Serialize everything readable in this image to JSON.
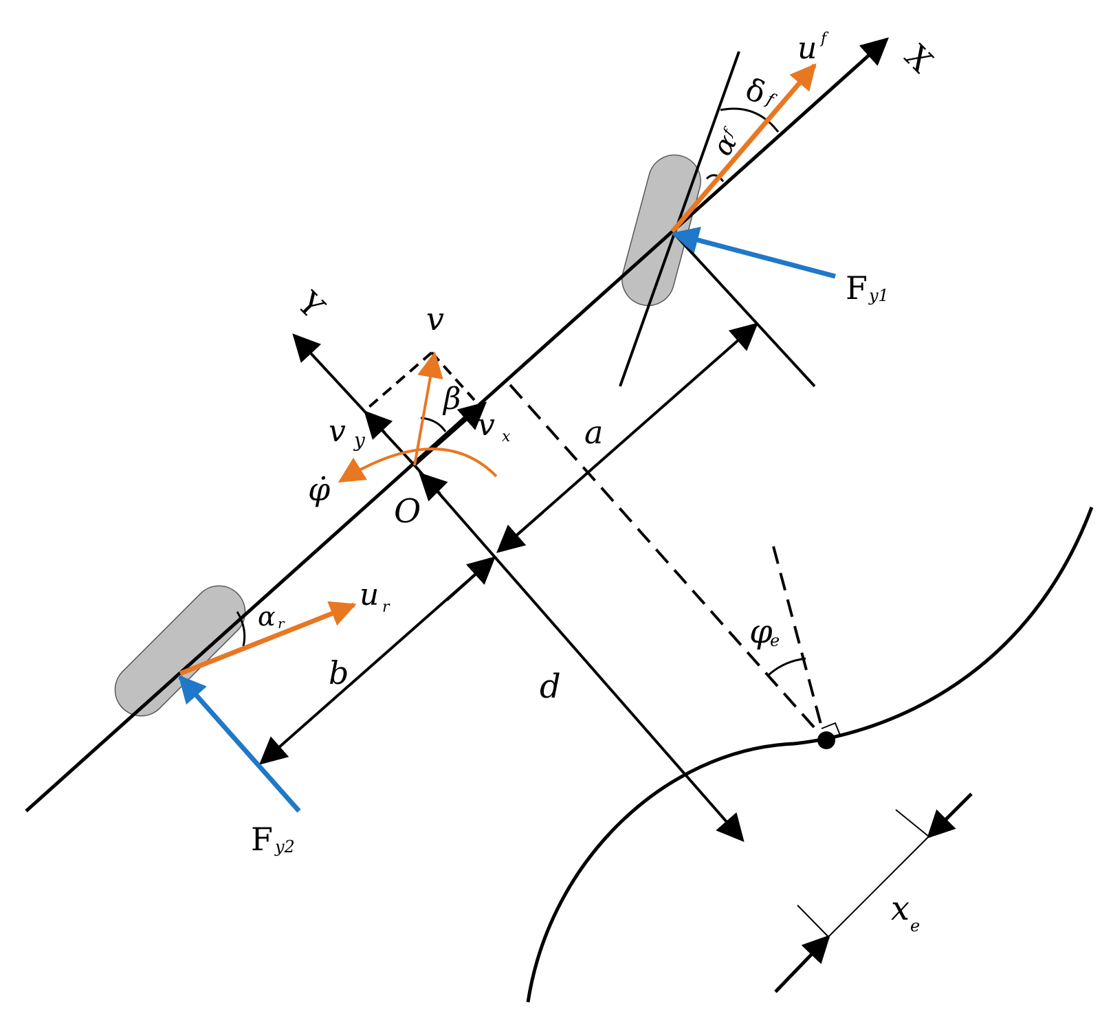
{
  "labels": {
    "X": "X",
    "Y": "Y",
    "O": "O",
    "v": "v",
    "vx": "v",
    "vx_sub": "x",
    "vy": "v",
    "vy_sub": "y",
    "beta": "β",
    "phi_dot": "φ̇",
    "uf": "u",
    "uf_sub": "f",
    "ur": "u",
    "ur_sub": "r",
    "delta_f": "δ",
    "delta_f_sub": "f",
    "alpha_f": "α",
    "alpha_f_sub": "f",
    "alpha_r": "α",
    "alpha_r_sub": "r",
    "Fy1": "F",
    "Fy1_sub": "y1",
    "Fy2": "F",
    "Fy2_sub": "y2",
    "a": "a",
    "b": "b",
    "d": "d",
    "phi_e": "φ",
    "phi_e_sub": "e",
    "x_e": "x",
    "x_e_sub": "e"
  },
  "colors": {
    "velocity": "#E87722",
    "force": "#1F78C8",
    "tire_fill": "#C0C0C0",
    "line": "#000000"
  }
}
